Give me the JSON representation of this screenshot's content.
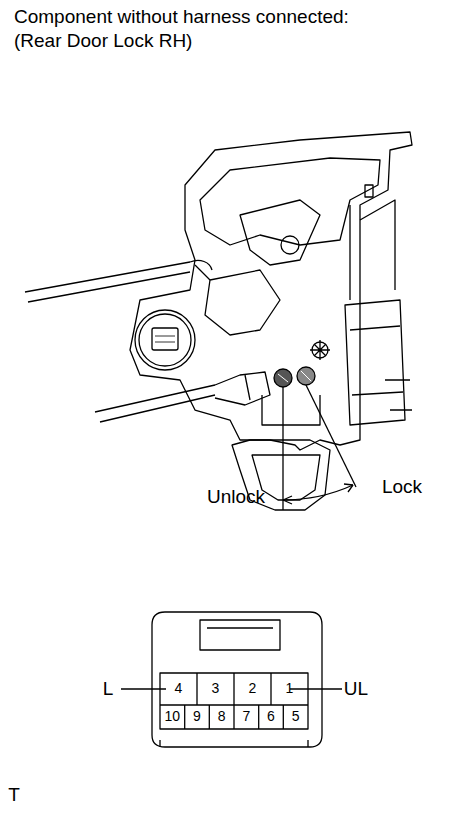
{
  "diagram": {
    "title": "Component without harness connected:",
    "labels": [
      "(Rear Door Lock RH)",
      "Unlock",
      "Lock",
      "L",
      "UL",
      "4",
      "3",
      "2",
      "1",
      "10",
      "9",
      "8",
      "7",
      "6",
      "5",
      "T"
    ]
  }
}
